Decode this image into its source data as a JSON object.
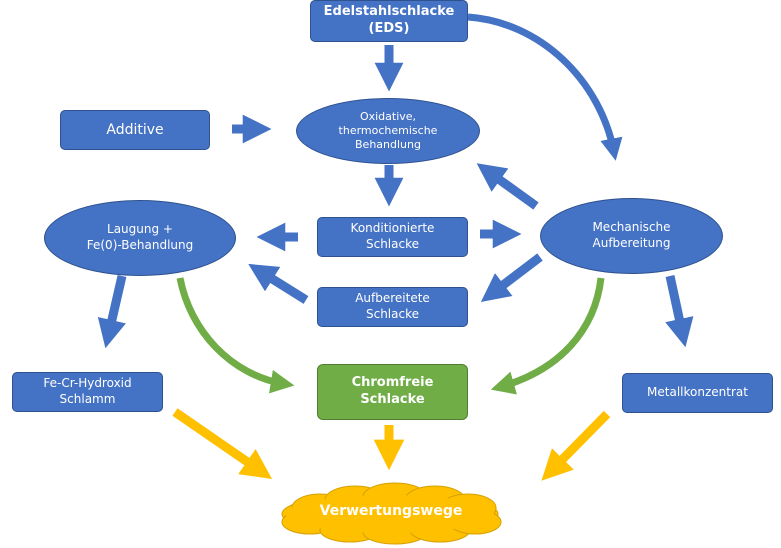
{
  "colors": {
    "process_blue": "#4472c4",
    "process_blue_border": "#2f528f",
    "product_green": "#70ad47",
    "output_gold": "#ffc000"
  },
  "nodes": {
    "eds": "Edelstahlschlacke\n(EDS)",
    "additive": "Additive",
    "oxidative": "Oxidative,\nthermochemische\nBehandlung",
    "laugung": "Laugung +\nFe(0)-Behandlung",
    "konditionierte": "Konditionierte\nSchlacke",
    "mechanische": "Mechanische\nAufbereitung",
    "aufbereitete": "Aufbereitete\nSchlacke",
    "fecr": "Fe-Cr-Hydroxid\nSchlamm",
    "chromfreie": "Chromfreie\nSchlacke",
    "metall": "Metallkonzentrat",
    "verwertung": "Verwertungswege"
  },
  "edges": [
    {
      "from": "Edelstahlschlacke (EDS)",
      "to": "Oxidative, thermochemische Behandlung",
      "color": "blue"
    },
    {
      "from": "Edelstahlschlacke (EDS)",
      "to": "Mechanische Aufbereitung",
      "color": "blue"
    },
    {
      "from": "Additive",
      "to": "Oxidative, thermochemische Behandlung",
      "color": "blue"
    },
    {
      "from": "Oxidative, thermochemische Behandlung",
      "to": "Konditionierte Schlacke",
      "color": "blue"
    },
    {
      "from": "Mechanische Aufbereitung",
      "to": "Oxidative, thermochemische Behandlung",
      "color": "blue"
    },
    {
      "from": "Konditionierte Schlacke",
      "to": "Laugung + Fe(0)-Behandlung",
      "color": "blue"
    },
    {
      "from": "Konditionierte Schlacke",
      "to": "Mechanische Aufbereitung",
      "color": "blue"
    },
    {
      "from": "Mechanische Aufbereitung",
      "to": "Aufbereitete Schlacke",
      "color": "blue"
    },
    {
      "from": "Aufbereitete Schlacke",
      "to": "Laugung + Fe(0)-Behandlung",
      "color": "blue"
    },
    {
      "from": "Laugung + Fe(0)-Behandlung",
      "to": "Fe-Cr-Hydroxid Schlamm",
      "color": "blue"
    },
    {
      "from": "Mechanische Aufbereitung",
      "to": "Metallkonzentrat",
      "color": "blue"
    },
    {
      "from": "Laugung + Fe(0)-Behandlung",
      "to": "Chromfreie Schlacke",
      "color": "green"
    },
    {
      "from": "Mechanische Aufbereitung",
      "to": "Chromfreie Schlacke",
      "color": "green"
    },
    {
      "from": "Fe-Cr-Hydroxid Schlamm",
      "to": "Verwertungswege",
      "color": "gold"
    },
    {
      "from": "Chromfreie Schlacke",
      "to": "Verwertungswege",
      "color": "gold"
    },
    {
      "from": "Metallkonzentrat",
      "to": "Verwertungswege",
      "color": "gold"
    }
  ]
}
